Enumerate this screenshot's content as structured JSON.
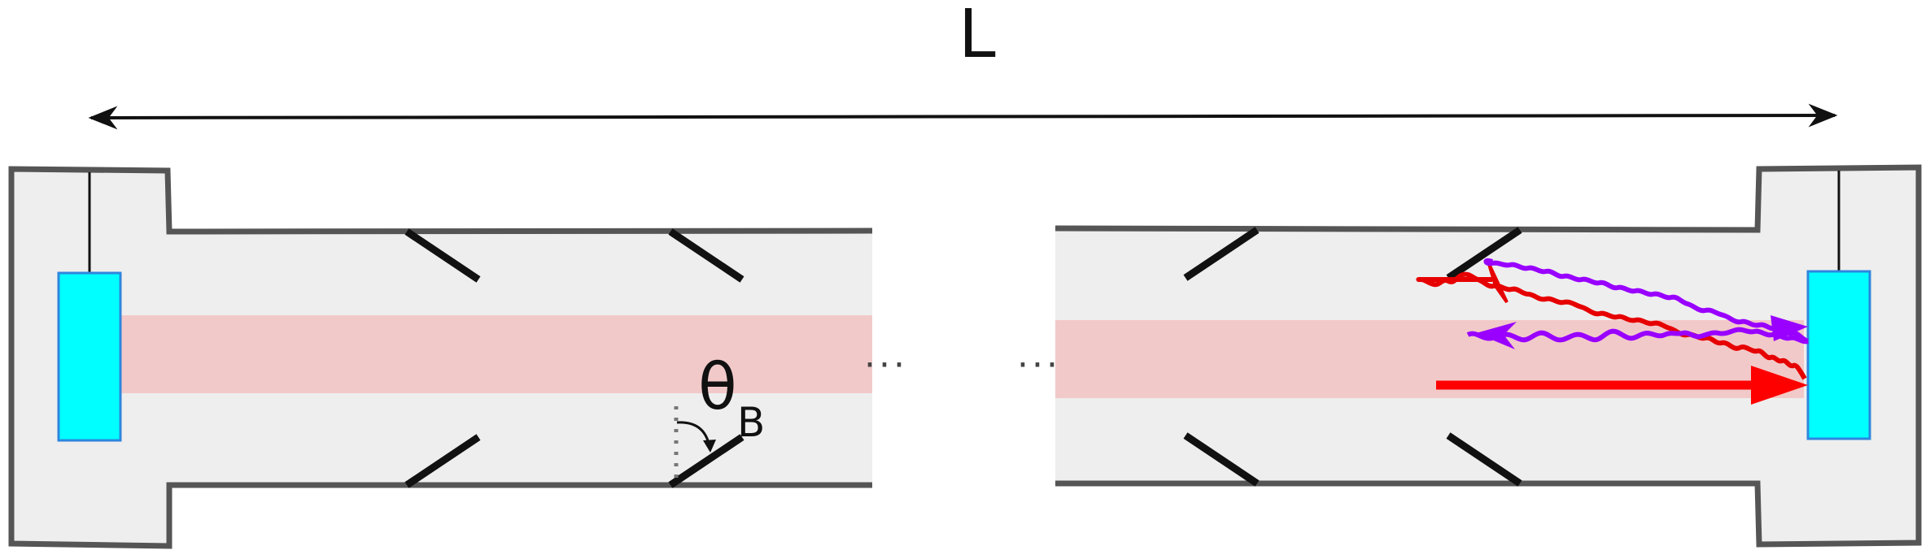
{
  "diagram": {
    "length_label": "L",
    "angle_symbol": "θ",
    "angle_subscript": "B",
    "ellipsis_left": "···",
    "ellipsis_right": "···"
  },
  "colors": {
    "tube_fill": "#eeeeee",
    "tube_outline": "#555555",
    "beam": "#f2c9c9",
    "mirror": "#00ffff",
    "mirror_border": "#2e86de",
    "baffle": "#111111",
    "laser_arrow": "#ff0000",
    "scatter_red": "#e60000",
    "scatter_violet": "#9900ff",
    "dotted_guide": "#777777"
  }
}
